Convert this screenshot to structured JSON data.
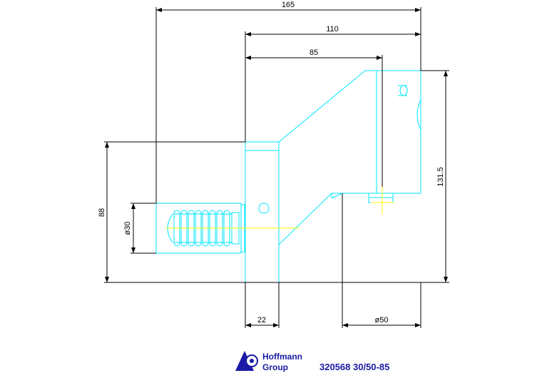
{
  "drawing": {
    "dimensions": {
      "overall_length": "165",
      "body_length": "110",
      "offset_length": "85",
      "height_right": "131.5",
      "height_left": "88",
      "shank_diameter": "ø30",
      "flange_width": "22",
      "base_diameter": "ø50"
    },
    "colors": {
      "part_outline": "#00e5ff",
      "dimension_lines": "#000000",
      "center_lines": "#ffff00",
      "logo": "#1a1aa6"
    }
  },
  "title_block": {
    "logo_line1": "Hoffmann",
    "logo_line2": "Group",
    "part_number": "320568 30/50-85"
  }
}
